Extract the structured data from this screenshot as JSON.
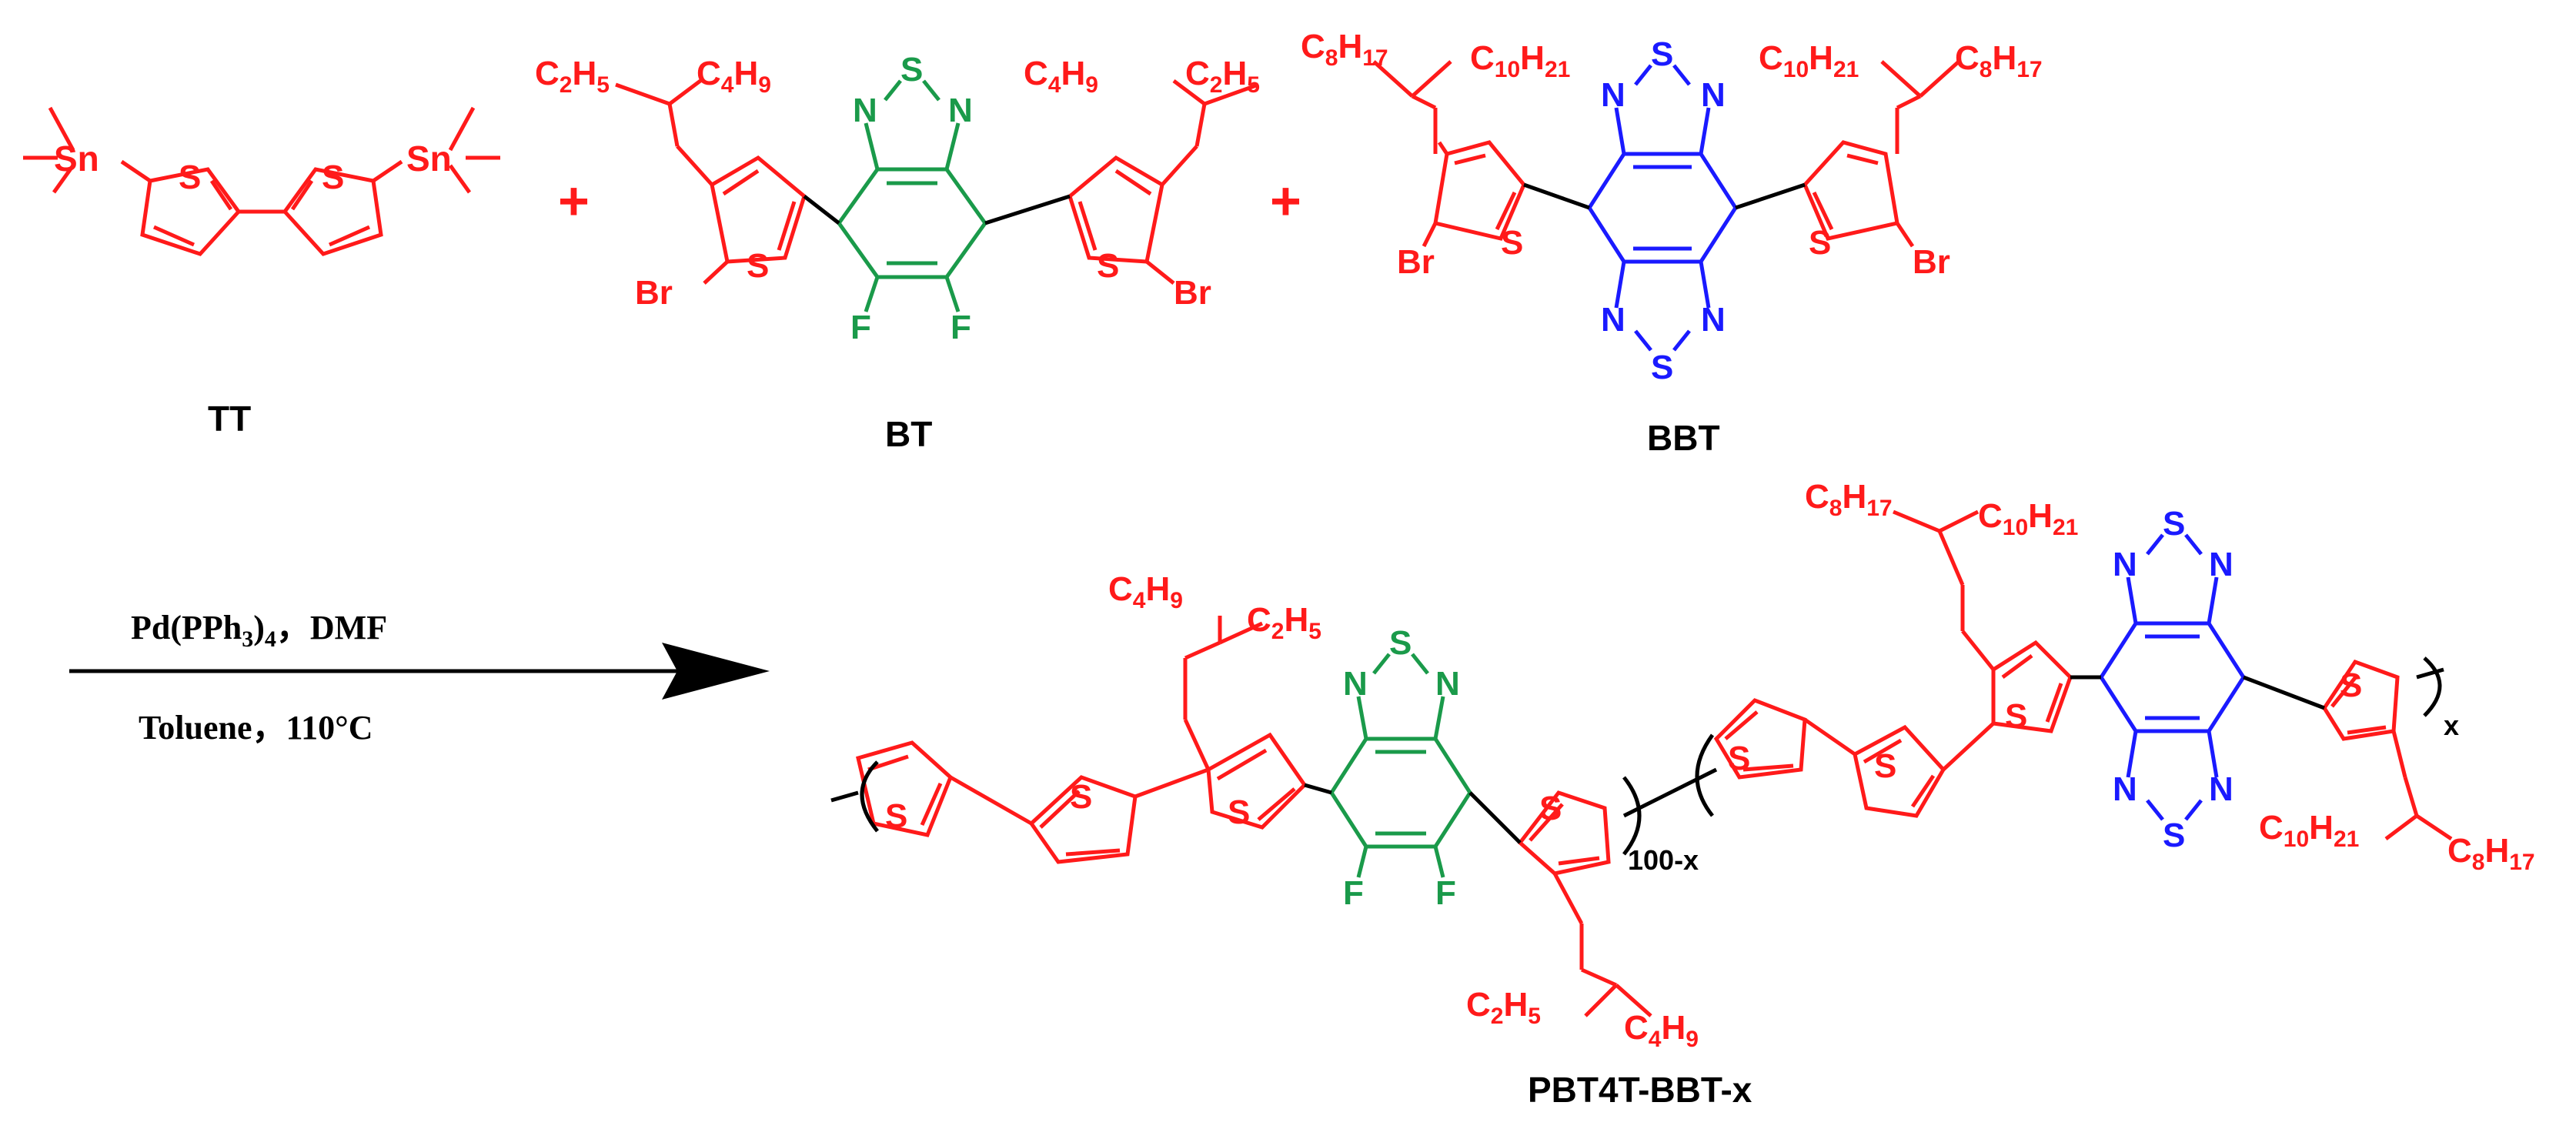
{
  "colors": {
    "red": "#ff1a1a",
    "green": "#1a9a4a",
    "blue": "#1a1aff",
    "black": "#000000"
  },
  "reagents": {
    "tt_label": "TT",
    "bt_label": "BT",
    "bbt_label": "BBT",
    "plus": "+"
  },
  "atoms": {
    "sn": "Sn",
    "s": "S",
    "n": "N",
    "f": "F",
    "br": "Br"
  },
  "substituents": {
    "c2h5": "C2H5",
    "c4h9": "C4H9",
    "c8h17": "C8H17",
    "c10h21": "C10H21"
  },
  "conditions": {
    "catalyst": "Pd(PPh3)4，DMF",
    "solvent_temp": "Toluene，110°C"
  },
  "product": {
    "label": "PBT4T-BBT-x",
    "subscript_left": "100-x",
    "subscript_right": "x"
  }
}
